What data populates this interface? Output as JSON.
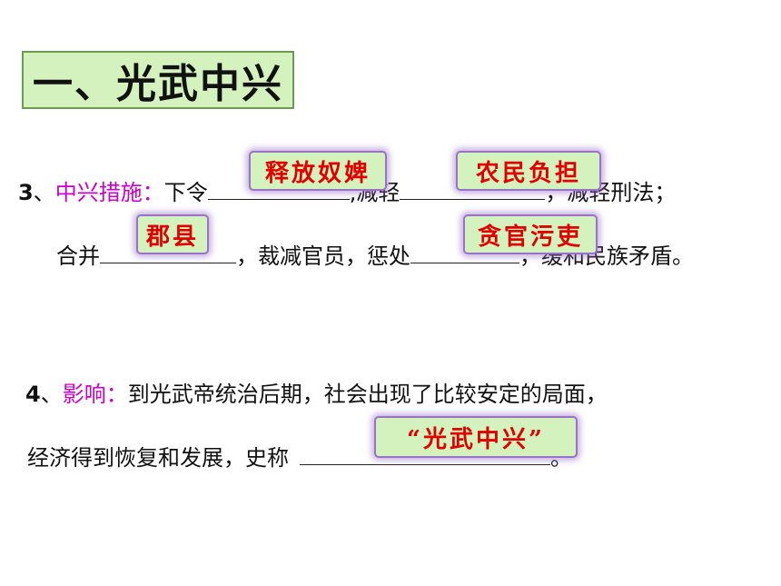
{
  "section_title": "一、光武中兴",
  "measures": {
    "num": "3",
    "sep": "、",
    "key": "中兴措施：",
    "line1": {
      "t1": "下令",
      "t2": ",减轻",
      "t3": "，减轻刑法；"
    },
    "line2": {
      "t1": "合并",
      "t2": "，裁减官员，惩处",
      "t3": "，缓和民族矛盾。"
    },
    "answers": {
      "a1": "释放奴婢",
      "a2": "农民负担",
      "a3": "郡县",
      "a4": "贪官污吏"
    }
  },
  "impact": {
    "num": "4",
    "sep": "、",
    "key": "影响：",
    "line1": "到光武帝统治后期，社会出现了比较安定的局面，",
    "line2_t1": "经济得到恢复和发展，史称",
    "line2_t2": "。",
    "answer": "“光武中兴”"
  },
  "colors": {
    "keyword": "#c800c8",
    "answer_text": "#e00000",
    "answer_bg": "#d4f2bd",
    "answer_border": "#9b72c9"
  }
}
